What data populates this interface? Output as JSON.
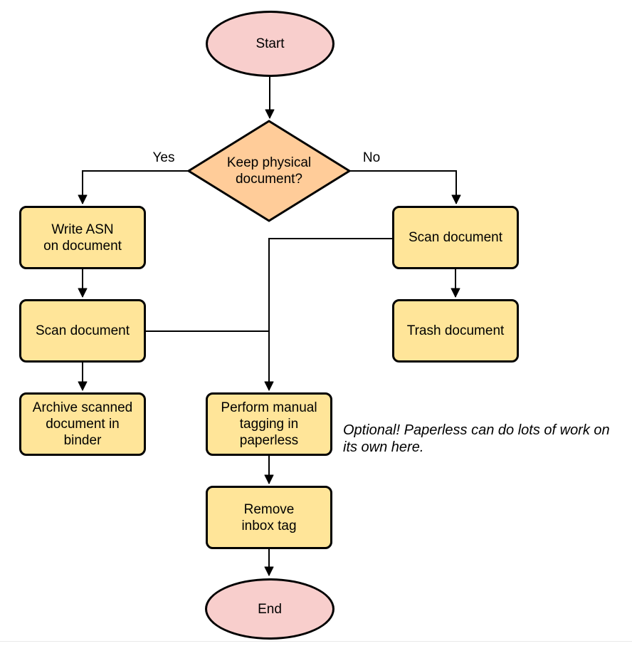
{
  "colors": {
    "terminal_fill": "#F8CECC",
    "process_fill": "#FFE599",
    "decision_fill": "#FFCC99",
    "stroke": "#000000",
    "connector": "#000000"
  },
  "nodes": {
    "start": {
      "label": "Start",
      "shape": "ellipse"
    },
    "decision": {
      "label": "Keep physical\ndocument?",
      "shape": "diamond"
    },
    "write_asn": {
      "label": "Write ASN\non document",
      "shape": "process"
    },
    "scan_left": {
      "label": "Scan document",
      "shape": "process"
    },
    "archive": {
      "label": "Archive scanned\ndocument in\nbinder",
      "shape": "process"
    },
    "scan_right": {
      "label": "Scan document",
      "shape": "process"
    },
    "trash": {
      "label": "Trash document",
      "shape": "process"
    },
    "tagging": {
      "label": "Perform manual\ntagging in\npaperless",
      "shape": "process"
    },
    "remove_inbox": {
      "label": "Remove\ninbox tag",
      "shape": "process"
    },
    "end": {
      "label": "End",
      "shape": "ellipse"
    }
  },
  "edge_labels": {
    "yes": "Yes",
    "no": "No"
  },
  "annotation": "Optional! Paperless can do lots of work on\nits own here."
}
